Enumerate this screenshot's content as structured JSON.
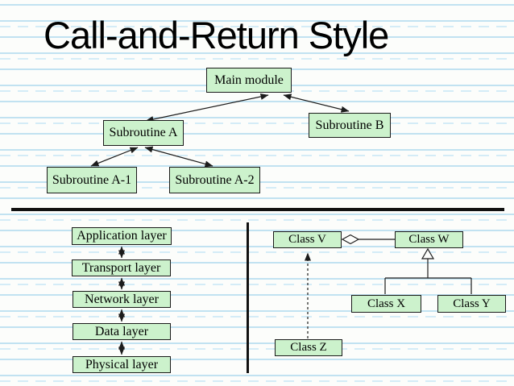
{
  "title": "Call-and-Return Style",
  "tree": {
    "nodes": [
      {
        "label": "Main module"
      },
      {
        "label": "Subroutine A"
      },
      {
        "label": "Subroutine B"
      },
      {
        "label": "Subroutine A-1"
      },
      {
        "label": "Subroutine A-2"
      }
    ]
  },
  "layers": {
    "items": [
      {
        "label": "Application layer"
      },
      {
        "label": "Transport layer"
      },
      {
        "label": "Network layer"
      },
      {
        "label": "Data layer"
      },
      {
        "label": "Physical layer"
      }
    ]
  },
  "classes": {
    "items": [
      {
        "label": "Class V"
      },
      {
        "label": "Class W"
      },
      {
        "label": "Class X"
      },
      {
        "label": "Class Y"
      },
      {
        "label": "Class Z"
      }
    ]
  },
  "colors": {
    "box_fill": "#CCF2CC",
    "box_border": "#1A1A1A",
    "connector": "#1C1C1C",
    "ruled_solid": "#C1E2F1",
    "ruled_dashed": "#D4ECF7",
    "divider": "#111111",
    "title_color": "#000000"
  }
}
